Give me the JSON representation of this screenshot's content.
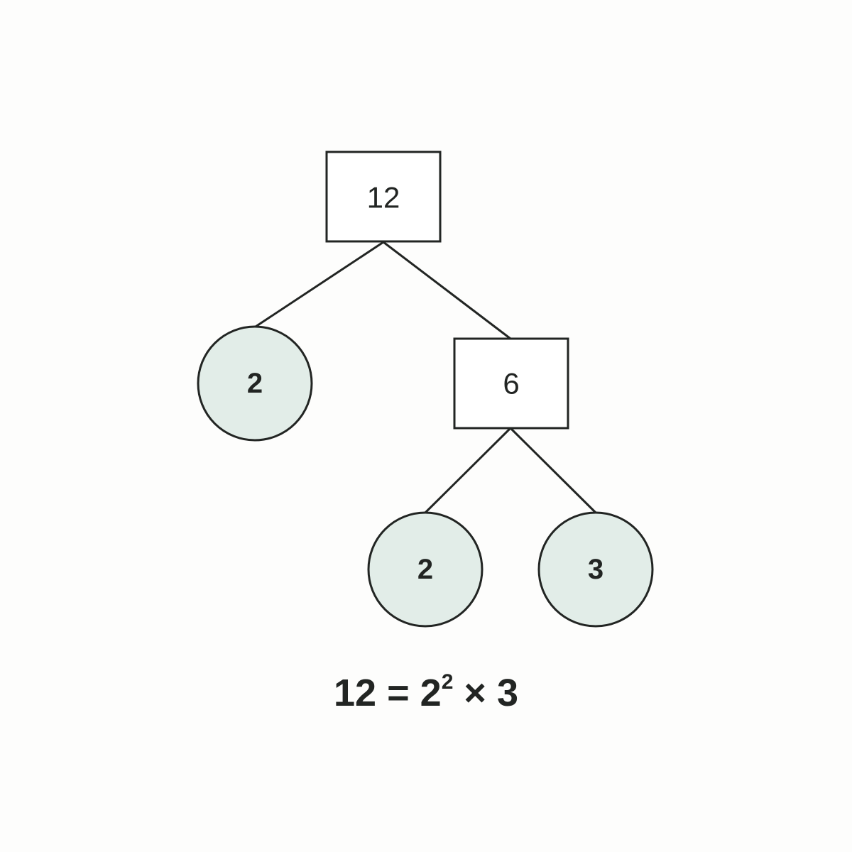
{
  "tree": {
    "root": {
      "label": "12"
    },
    "left_leaf": {
      "label": "2"
    },
    "mid_node": {
      "label": "6"
    },
    "bottom_left_leaf": {
      "label": "2"
    },
    "bottom_right_leaf": {
      "label": "3"
    }
  },
  "equation": {
    "lhs": "12",
    "equals": "=",
    "base": "2",
    "exponent": "2",
    "times": "×",
    "factor": "3"
  },
  "colors": {
    "stroke": "#222523",
    "leaf_fill": "#e2ede8",
    "box_fill": "#ffffff",
    "background": "#fdfdfc"
  }
}
